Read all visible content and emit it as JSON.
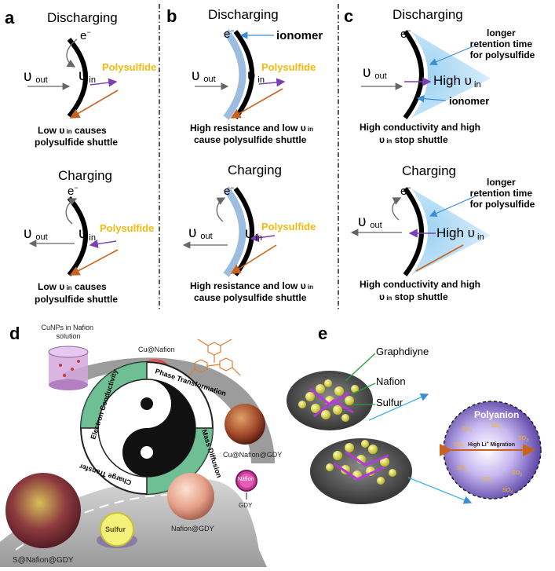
{
  "panels": {
    "a": {
      "letter": "a",
      "top_title": "Discharging",
      "bottom_title": "Charging",
      "electron": "e",
      "electron_sup": "−",
      "v_out": "υ",
      "v_out_sub": "out",
      "v_in": "υ",
      "v_in_sub": "in",
      "polysulfide": "Polysulfide",
      "top_caption_l1_a": "Low ",
      "top_caption_l1_v": "υ",
      "top_caption_l1_sub": " in",
      "top_caption_l1_b": " causes",
      "top_caption_l2": "polysulfide shuttle",
      "bottom_caption_l1_a": "Low ",
      "bottom_caption_l1_v": "υ",
      "bottom_caption_l1_sub": " in",
      "bottom_caption_l1_b": " causes",
      "bottom_caption_l2": "polysulfide shuttle"
    },
    "b": {
      "letter": "b",
      "top_title": "Discharging",
      "bottom_title": "Charging",
      "ionomer": "ionomer",
      "caption_l1": "High resistance and low υ",
      "caption_l1_sub": " in",
      "caption_l2": "cause polysulfide shuttle"
    },
    "c": {
      "letter": "c",
      "top_title": "Discharging",
      "bottom_title": "Charging",
      "retention_l1": "longer",
      "retention_l2": "retention time",
      "retention_l3": "for polysulfide",
      "high_v": "High υ",
      "high_v_sub": " in",
      "ionomer": "ionomer",
      "caption_l1": "High conductivity and high",
      "caption_l2_v": "υ",
      "caption_l2_sub": " in",
      "caption_l2_rest": " stop shuttle"
    },
    "d": {
      "letter": "d",
      "cunps_l1": "CuNPs in Nafion",
      "cunps_l2": "solution",
      "cu_nafion": "Cu@Nafion",
      "cu_nafion_gdy": "Cu@Nafion@GDY",
      "nafion_gdy": "Nafion@GDY",
      "s_nafion_gdy": "S@Nafion@GDY",
      "sulfur": "Sulfur",
      "nafion": "Nafion",
      "gdy": "GDY",
      "quadrants": [
        "Electron Conductivity",
        "Phase Transformation",
        "Mass Diffusion",
        "Charge Transfer"
      ]
    },
    "e": {
      "letter": "e",
      "graphdiyne": "Graphdiyne",
      "nafion": "Nafion",
      "sulfur": "Sulfur",
      "polyanion": "Polyanion",
      "migration": "High Li",
      "migration_sup": "+",
      "migration_rest": " Migration",
      "so3": "SO",
      "so3_sub": "3"
    }
  },
  "colors": {
    "polysulfide": "#f2b90f",
    "arrow_in": "#7a3fb2",
    "arrow_shuttle": "#c8621d",
    "ionomer": "#9dbde0",
    "quadrant_green": "#5fb88a"
  }
}
